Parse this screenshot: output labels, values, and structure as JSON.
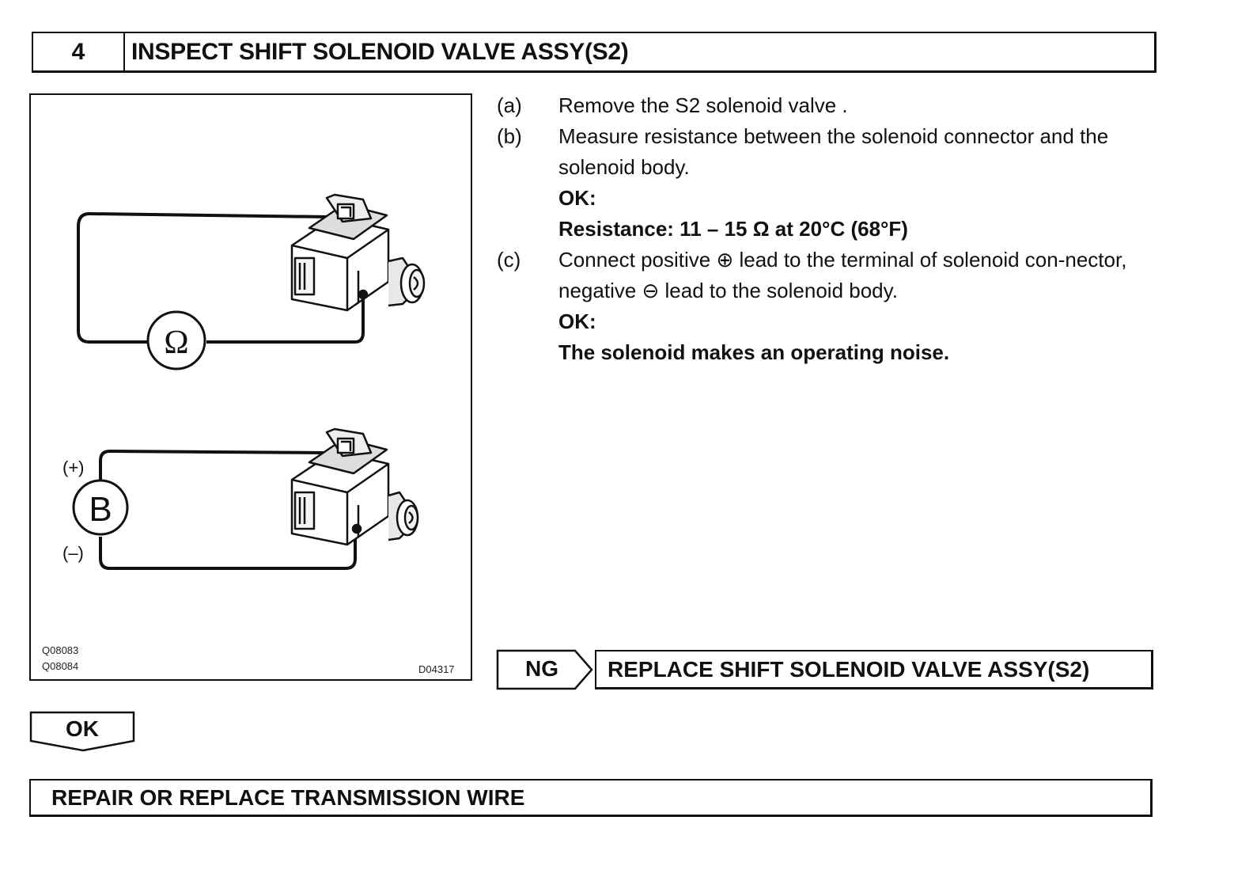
{
  "step": {
    "number": "4",
    "title": "INSPECT SHIFT SOLENOID VALVE ASSY(S2)"
  },
  "figure": {
    "ohm_symbol": "Ω",
    "battery_symbol": "B",
    "plus_label": "(+)",
    "minus_label": "(–)",
    "code_1": "Q08083",
    "code_2": "Q08084",
    "code_3": "D04317"
  },
  "instructions": [
    {
      "label": "(a)",
      "lines": [
        "Remove the S2 solenoid valve ."
      ]
    },
    {
      "label": "(b)",
      "lines": [
        "Measure resistance between the solenoid connector and the solenoid body."
      ],
      "ok_label": "OK:",
      "ok_text": "Resistance: 11 – 15 Ω at 20°C (68°F)"
    },
    {
      "label": "(c)",
      "lines": [
        "Connect positive ⊕ lead to the terminal of solenoid con-nector, negative ⊖ lead to the solenoid body."
      ],
      "ok_label": "OK:",
      "ok_text": "The solenoid makes an operating noise."
    }
  ],
  "result_ng": {
    "label": "NG",
    "action": "REPLACE SHIFT SOLENOID VALVE ASSY(S2)"
  },
  "result_ok": {
    "label": "OK",
    "action": "REPAIR OR REPLACE TRANSMISSION WIRE"
  }
}
